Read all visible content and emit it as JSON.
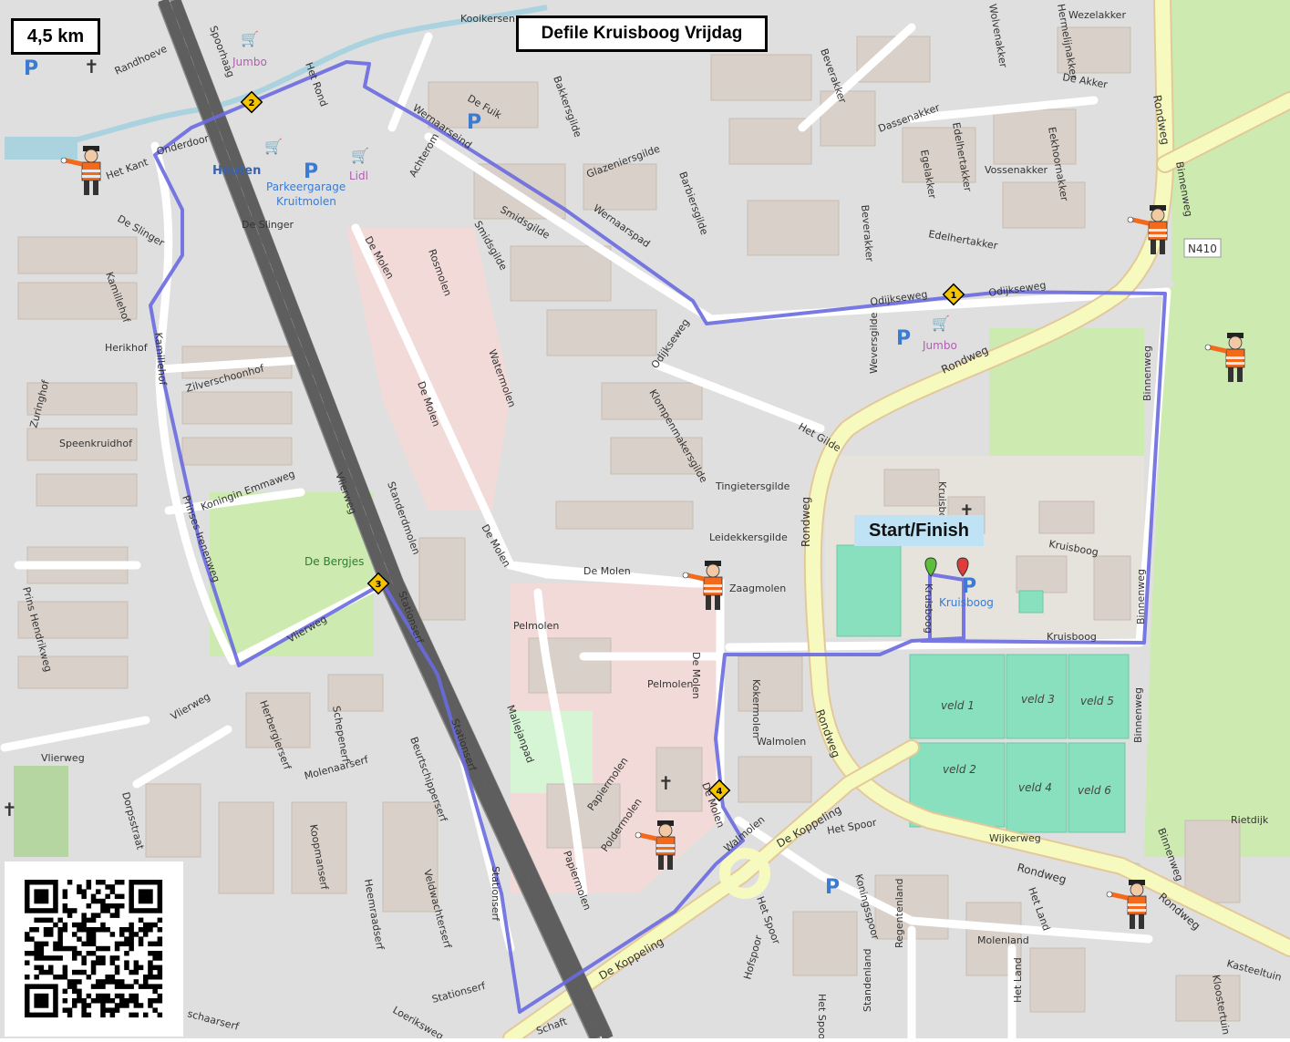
{
  "route": {
    "distance": "4,5 km",
    "title": "Defile Kruisboog Vrijdag",
    "start_finish": "Start/Finish",
    "checkpoints": [
      "1",
      "2",
      "3",
      "4"
    ],
    "line_color": "#6a6ae0"
  },
  "streets": {
    "kooikersen": "Kooikersen",
    "spoorhaag": "Spoorhaag",
    "randhoeve": "Randhoeve",
    "het_rond": "Het Rond",
    "wernaarseind": "Wernaarseind",
    "de_fuik": "De Fuik",
    "bakkersgilde": "Bakkersgilde",
    "glazeniersgilde": "Glazeniersgilde",
    "barbiersgilde": "Barbiersgilde",
    "beverakker": "Beverakker",
    "dassenakker": "Dassenakker",
    "egelakker": "Egelakker",
    "edelhertakker": "Edelhertakker",
    "vossenakker": "Vossenakker",
    "eekhoornakker": "Eekhoornakker",
    "wolvenakker": "Wolvenakker",
    "hermelijnakker": "Hermelijnakker",
    "wezelakker": "Wezelakker",
    "de_akker": "De Akker",
    "rondweg": "Rondweg",
    "binnenweg": "Binnenweg",
    "n410": "N410",
    "onderdoor": "Onderdoor",
    "het_kant": "Het Kant",
    "achterom": "Achterom",
    "houten": "Houten",
    "parkeergarage": "Parkeergarage",
    "kruitmolen": "Kruitmolen",
    "lidl": "Lidl",
    "jumbo": "Jumbo",
    "de_slinger": "De Slinger",
    "smidsgilde": "Smidsgilde",
    "wernaarspad": "Wernaarspad",
    "odijkseweg": "Odijkseweg",
    "weversgilde": "Weversgilde",
    "kamillehof": "Kamillehof",
    "herikhof": "Herikhof",
    "zilverschoonhof": "Zilverschoonhof",
    "zuringhof": "Zuringhof",
    "speenkruidhof": "Speenkruidhof",
    "koningin_emmaweg": "Koningin Emmaweg",
    "prinses_irenenweg": "Prinses Irenenweg",
    "prins_hendrikweg": "Prins Hendrikweg",
    "de_bergjes": "De Bergjes",
    "vlierweg": "Vlierweg",
    "de_molen": "De Molen",
    "rosmolen": "Rosmolen",
    "watermolen": "Watermolen",
    "klompenmakersgilde": "Klompenmakersgilde",
    "het_gilde": "Het Gilde",
    "tingietersgilde": "Tingietersgilde",
    "leidekkersgilde": "Leidekkersgilde",
    "zaagmolen": "Zaagmolen",
    "standerdmolen": "Standerdmolen",
    "stationserf": "Stationserf",
    "pelmolen": "Pelmolen",
    "kruisboog": "Kruisboog",
    "veld1": "veld 1",
    "veld2": "veld 2",
    "veld3": "veld 3",
    "veld4": "veld 4",
    "veld5": "veld 5",
    "veld6": "veld 6",
    "kokermolen": "Kokermolen",
    "walmolen": "Walmolen",
    "papiermolen": "Papiermolen",
    "poldermolen": "Poldermolen",
    "mallejanpad": "Mallejanpad",
    "de_koppeling": "De Koppeling",
    "het_spoor": "Het Spoor",
    "wijkerweg": "Wijkerweg",
    "rietdijk": "Rietdijk",
    "koningsspoor": "Koningsspoor",
    "regentenland": "Regentenland",
    "standenland": "Standenland",
    "molenland": "Molenland",
    "het_land": "Het Land",
    "hofspoor": "Hofspoor",
    "kasteeltuin": "Kasteeltuin",
    "kloostertuin": "Kloostertuin",
    "herbergierserf": "Herbergierserf",
    "schepenerf": "Schepenerf",
    "molenaarserf": "Molenaarserf",
    "beurtschipperserf": "Beurtschipperserf",
    "dorpsstraat": "Dorpsstraat",
    "koopmanserf": "Koopmanserf",
    "heemraadserf": "Heemraadserf",
    "veldwachterserf": "Veldwachterserf",
    "loeriksweg": "Loeriksweg",
    "schaarserf": "schaarserf",
    "schaft": "Schaft",
    "edelhertakker2": "Edelhertakker",
    "vlierweg2": "Vlierweg",
    "stationserf2": "Stationserf"
  },
  "colors": {
    "background": "#f2efe9",
    "residential": "#e0dfdf",
    "building": "#d9d0c9",
    "commercial": "#f2dad9",
    "park": "#cdebb0",
    "pitch": "#88e0be",
    "primary_road": "#fcd6a4",
    "secondary_road": "#f7fabf",
    "rail": "#707070",
    "water": "#aad3df"
  },
  "icons": [
    "traffic-controller-icon",
    "map-marker-green-icon",
    "map-marker-red-icon",
    "parking-icon",
    "church-icon",
    "shopping-cart-icon",
    "qr-code-icon"
  ]
}
